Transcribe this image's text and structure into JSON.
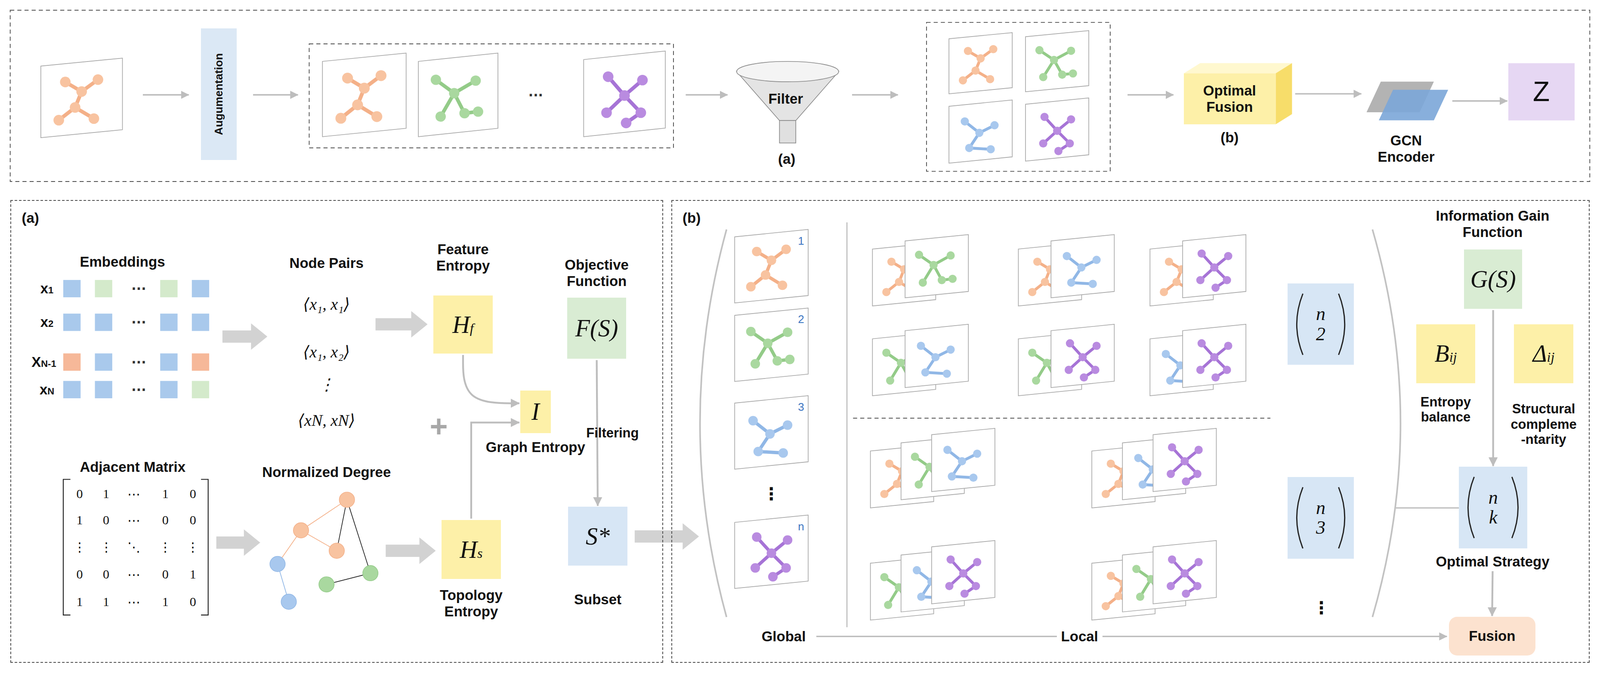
{
  "diagram": {
    "nodes": [
      {
        "text": [
          "Augumentation"
        ]
      },
      {
        "text": [
          "Filter",
          "(a)"
        ]
      },
      {
        "text": [
          "Optimal Fusion",
          "(b)"
        ]
      },
      {
        "text": [
          "GCN Encoder"
        ]
      },
      {
        "text": [
          "Z"
        ]
      },
      {
        "text": [
          "(a)"
        ]
      },
      {
        "text": [
          "Feature Entropy",
          "Hf"
        ],
        "in": 5
      },
      {
        "text": [
          "Objective Function",
          "F(S)"
        ],
        "in": 5
      },
      {
        "text": [
          "I",
          "Graph Entropy"
        ],
        "in": 5
      },
      {
        "text": [
          "S*",
          "Subset"
        ],
        "in": 5
      },
      {
        "text": [
          "Hs",
          "Topology Entropy"
        ],
        "in": 5
      },
      {
        "text": [
          "(b)"
        ]
      },
      {
        "text": [
          "n",
          "2"
        ],
        "in": 11
      },
      {
        "text": [
          "n",
          "3"
        ],
        "in": 11
      },
      {
        "text": [
          "Information Gain Function",
          "G(S)"
        ],
        "in": 11
      },
      {
        "text": [
          "Bij",
          "Entropy balance"
        ],
        "in": 11
      },
      {
        "text": [
          "Δij",
          "Structural compleme -ntarity"
        ],
        "in": 11
      },
      {
        "text": [
          "n",
          "k",
          "Optimal Strategy"
        ],
        "in": 11
      },
      {
        "text": [
          "Fusion"
        ],
        "in": 11
      }
    ],
    "edges": [
      {
        "from": 2,
        "to": 3,
        "arrow": "to"
      },
      {
        "from": 3,
        "to": 4,
        "arrow": "to"
      },
      {
        "from": 6,
        "to": 8,
        "arrow": "to"
      },
      {
        "from": 10,
        "to": 8,
        "arrow": "to"
      },
      {
        "from": 7,
        "to": 9,
        "arrow": "to",
        "label": "Filtering"
      },
      {
        "from": 14,
        "to": 17,
        "arrow": "to"
      },
      {
        "from": 17,
        "to": 18,
        "arrow": "to"
      }
    ],
    "labels": [
      "···",
      "Embeddings",
      "x1",
      "···",
      "x2",
      "···",
      "XN-1",
      "···",
      "xN",
      "···",
      "Node Pairs",
      "⟨x₁, x₁⟩",
      "⟨x₁, x₂⟩",
      "⋮",
      "⟨xN, xN⟩",
      "+",
      "Adjacent Matrix",
      "0",
      "1",
      "⋯",
      "1",
      "0",
      "1",
      "0",
      "⋯",
      "0",
      "0",
      "⋮",
      "⋮",
      "⋱",
      "⋮",
      "⋮",
      "0",
      "0",
      "⋯",
      "0",
      "1",
      "1",
      "1",
      "⋯",
      "1",
      "0",
      "Normalized Degree",
      "1",
      "2",
      "3",
      "⋮",
      "n",
      "⋮",
      "Global",
      "Local"
    ]
  }
}
